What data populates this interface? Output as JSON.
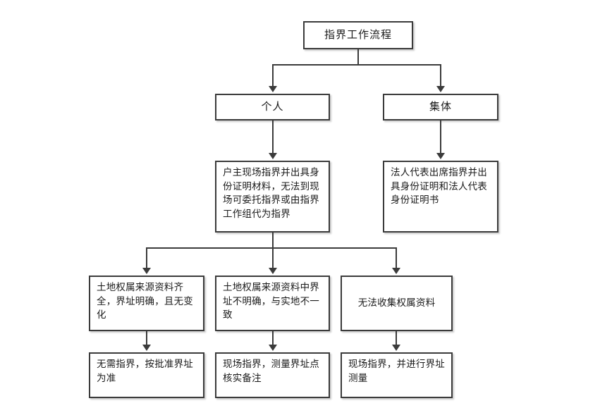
{
  "diagram": {
    "title_node": {
      "id": "root",
      "label": "指界工作流程"
    },
    "branch_nodes": [
      {
        "id": "individual",
        "label": "个人"
      },
      {
        "id": "collective",
        "label": "集体"
      }
    ],
    "requirement_nodes": [
      {
        "id": "individual-requirement",
        "label": "户主现场指界并出具身份证明材料，无法到现场可委托指界或由指界工作组代为指界"
      },
      {
        "id": "collective-requirement",
        "label": "法人代表出席指界并出具身份证明和法人代表身份证明书"
      }
    ],
    "condition_nodes": [
      {
        "id": "condition-1",
        "label": "土地权属来源资料齐全，界址明确，且无变化"
      },
      {
        "id": "condition-2",
        "label": "土地权属来源资料中界址不明确，与实地不一致"
      },
      {
        "id": "condition-3",
        "label": "无法收集权属资料"
      }
    ],
    "outcome_nodes": [
      {
        "id": "outcome-1",
        "label": "无需指界，按批准界址为准"
      },
      {
        "id": "outcome-2",
        "label": "现场指界，测量界址点核实备注"
      },
      {
        "id": "outcome-3",
        "label": "现场指界，并进行界址测量"
      }
    ],
    "style": {
      "border_color": "#3b3b3b",
      "box_fill": "#ffffff",
      "text_color": "#1a1a1a",
      "page_background": "#ffffff"
    }
  }
}
